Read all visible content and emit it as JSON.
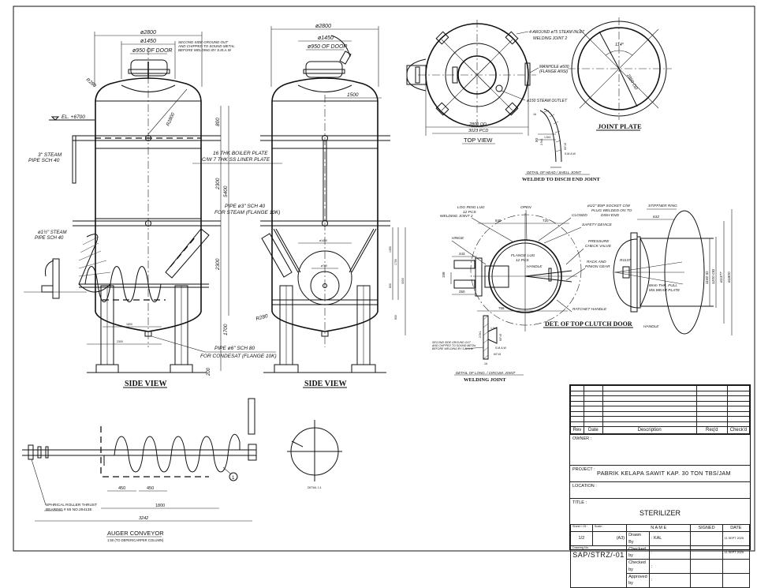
{
  "side_view_left": {
    "title": "SIDE VIEW",
    "dim_outer": "ø2800",
    "dim_mid": "ø1450",
    "dim_door": "ø950 OF DOOR",
    "radius_knuckle": "R280",
    "radius_crown": "R2800",
    "elevation": "EL. +6700",
    "weld_note": [
      "SECOND SIDE GROUND OUT",
      "AND CHIPPED TO SOUND METAL",
      "BEFORE WELDING BY S.M.A.W"
    ],
    "steam_pipe": [
      "3\" STEAM",
      "PIPE SCH 40"
    ],
    "steam_pipe_small": [
      "ø1½\" STEAM",
      "PIPE SCH 40"
    ],
    "dims": [
      "800",
      "2300",
      "5400",
      "2300",
      "1700",
      "200",
      "1800",
      "2300"
    ],
    "plate_note": [
      "16 THK BOILER PLATE",
      "C/W 7 THK SS LINER PLATE"
    ],
    "steam_flange": [
      "PIPE ø3\" SCH 40",
      "FOR STEAM (FLANGE 10K)"
    ],
    "condensate": [
      "PIPE ø6\" SCH 80",
      "FOR CONDESAT (FLANGE 10K)"
    ]
  },
  "side_view_right": {
    "title": "SIDE VIEW",
    "dim_outer": "ø2800",
    "dim_mid": "ø1450",
    "dim_door": "ø950 OF DOOR",
    "dim_1500": "1500",
    "radius": "R280",
    "dims": [
      "1450",
      "1700",
      "800",
      "800",
      "3200",
      "ø1450",
      "ø700"
    ]
  },
  "top_view": {
    "title": "TOP VIEW",
    "inlet": [
      "4-AROUND ø75 STEAM INLET",
      "WELDING JOINT 2"
    ],
    "manhole": [
      "MANHOLE ø500",
      "(FLANGE ANSI)"
    ],
    "outlet": "ø150 STEAM OUTLET",
    "dim_od": "2800 OD",
    "dim_pcd": "3023 PCD"
  },
  "joint_plate": {
    "title": "JOINT PLATE",
    "angle": "114°",
    "dim": "2880 OD"
  },
  "head_detail": {
    "caption": "DETAIL OF HEAD / SHELL JOINT",
    "title": "WELDED TO DISCH END JOINT",
    "labels": [
      "16",
      "50",
      "2.5±1",
      "1.5±1",
      "60°±5",
      "S.M.A.W",
      "60°±5"
    ]
  },
  "clutch_door": {
    "title": "DET. OF TOP CLUTCH DOOR",
    "labels": {
      "log_ring": [
        "LOG RING LUG",
        "12 PCS",
        "WELDING JOINT 2"
      ],
      "open": "OPEN",
      "closed": "CLOSED",
      "safety": "SAFETY DEVICE",
      "pressure": [
        "PRESSURE",
        "CHECK VALVE"
      ],
      "rack": [
        "RACK AND",
        "PINION GEAR"
      ],
      "ratchet": "RATCHET HANDLE",
      "hinge": "HINGE",
      "flange_lug": [
        "FLANGE LUG",
        "12 PCS"
      ],
      "handle": "HANDLE",
      "socket": [
        "ø1/2\" BSP SOCKET C/W",
        "PLUG WELDED ON TO",
        "DISH END"
      ],
      "stiffener": "STIFFNER RING",
      "wear": [
        "8mm THK. FULL",
        "MS.WEAR PLATE"
      ],
      "handle2": "HANDLE"
    },
    "dims": [
      "840",
      "720",
      "443",
      "158",
      "250",
      "765",
      "632",
      "R1137",
      "1160 ID",
      "1200 OD",
      "ø1377",
      "ø1800"
    ]
  },
  "welding_joint": {
    "caption": "DETAIL OF LONG. / CIRCUM. JOINT",
    "title": "WELDING JOINT",
    "note": [
      "SECOND SIDE GROUND OUT",
      "AND CHIPPED TO SOUND METAL",
      "BEFORE WELDING BY S.M.A.W"
    ],
    "labels": [
      "2.5±1",
      "1.5±1",
      "60°±5",
      "S.M.A.W",
      "60°±5",
      "16"
    ]
  },
  "auger": {
    "title": "AUGER CONVEYOR",
    "subtitle": "1:50 (TO DEPERICARPER COLUMN)",
    "bearing": [
      "SPHRICAL ROLLER THRUST",
      "BEARING # 65 NO.29413E"
    ],
    "dims": [
      "450",
      "450",
      "1800",
      "3242"
    ],
    "balloon": "1"
  },
  "detail_circle": {
    "label": "DETAIL 1:1",
    "radius": "R"
  },
  "title_block": {
    "rev_headers": [
      "Rev",
      "Date",
      "Description",
      "Req'd",
      "Check'd"
    ],
    "rev_rows": 8,
    "owner_label": "OWNER :",
    "owner": "",
    "project_label": "PROJECT :",
    "project": "PABRIK KELAPA SAWIT KAP. 30 TON TBS/JAM",
    "location_label": "LOCATION :",
    "location": "",
    "title_label": "TITLE :",
    "title": "STERILIZER",
    "sheet_label": "Sheet / Of :",
    "sheet": "1/2",
    "scale_label": "Scale :",
    "scale": "(A3)",
    "drawing_no_label": "Drawing No.",
    "drawing_no": "SAP/STRZ/-01",
    "name_header": "N A M E",
    "signed_header": "SIGNED",
    "date_header": "DATE",
    "people": [
      {
        "role": "Drawn By",
        "name": "KAL",
        "signed": "",
        "date": "11 SEPT 2025"
      },
      {
        "role": "Checked by",
        "name": "",
        "signed": "",
        "date": "11 SEPT 2025"
      },
      {
        "role": "Checked by",
        "name": "",
        "signed": "",
        "date": ""
      },
      {
        "role": "Approved by",
        "name": "",
        "signed": "",
        "date": ""
      }
    ]
  }
}
